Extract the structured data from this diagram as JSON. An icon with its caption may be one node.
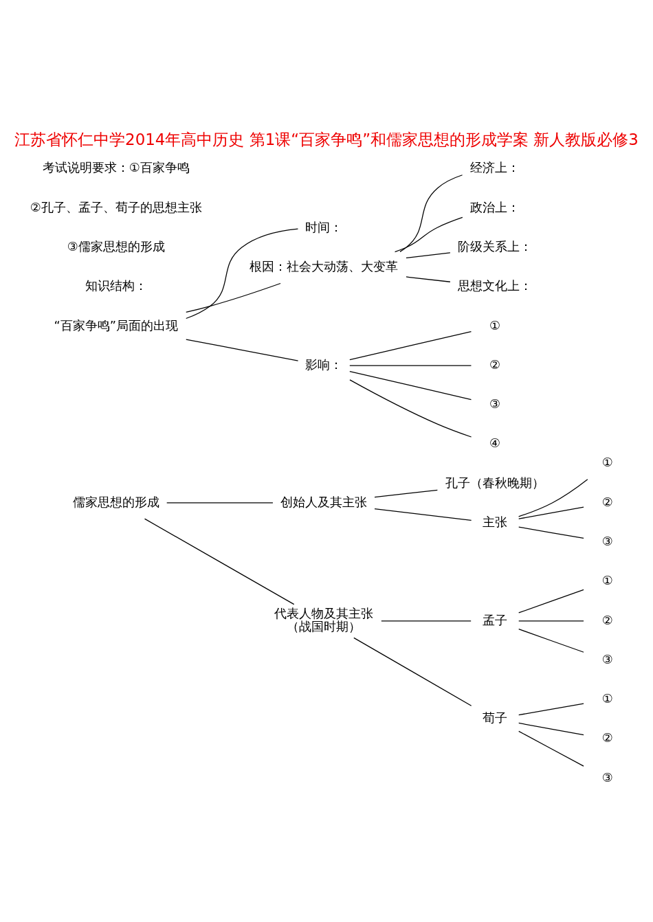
{
  "diagram": {
    "title": "江苏省怀仁中学2014年高中历史 第1课“百家争鸣”和儒家思想的形成学案 新人教版必修3",
    "nodes": [
      {
        "text": [
          "“百家争鸣”局面的出现"
        ]
      },
      {
        "text": [
          "时间："
        ]
      },
      {
        "text": [
          "根因：社会大动荡、大变革"
        ]
      },
      {
        "text": [
          "经济上："
        ]
      },
      {
        "text": [
          "政治上："
        ]
      },
      {
        "text": [
          "阶级关系上："
        ]
      },
      {
        "text": [
          "思想文化上："
        ]
      },
      {
        "text": [
          "影响："
        ]
      },
      {
        "text": [
          "①"
        ]
      },
      {
        "text": [
          "②"
        ]
      },
      {
        "text": [
          "③"
        ]
      },
      {
        "text": [
          "④"
        ]
      },
      {
        "text": [
          "儒家思想的形成"
        ]
      },
      {
        "text": [
          "创始人及其主张"
        ]
      },
      {
        "text": [
          "孔子（春秋晚期）"
        ]
      },
      {
        "text": [
          "主张"
        ]
      },
      {
        "text": [
          "①"
        ]
      },
      {
        "text": [
          "②"
        ]
      },
      {
        "text": [
          "③"
        ]
      },
      {
        "text": [
          "代表人物及其主张",
          "（战国时期）"
        ]
      },
      {
        "text": [
          "孟子"
        ]
      },
      {
        "text": [
          "①"
        ]
      },
      {
        "text": [
          "②"
        ]
      },
      {
        "text": [
          "③"
        ]
      },
      {
        "text": [
          "荀子"
        ]
      },
      {
        "text": [
          "①"
        ]
      },
      {
        "text": [
          "②"
        ]
      },
      {
        "text": [
          "③"
        ]
      }
    ],
    "edges": [
      {
        "from": 0,
        "to": 1,
        "arrow": "none"
      },
      {
        "from": 0,
        "to": 2,
        "arrow": "none"
      },
      {
        "from": 0,
        "to": 7,
        "arrow": "none"
      },
      {
        "from": 2,
        "to": 3,
        "arrow": "none"
      },
      {
        "from": 2,
        "to": 4,
        "arrow": "none"
      },
      {
        "from": 2,
        "to": 5,
        "arrow": "none"
      },
      {
        "from": 2,
        "to": 6,
        "arrow": "none"
      },
      {
        "from": 7,
        "to": 8,
        "arrow": "none"
      },
      {
        "from": 7,
        "to": 9,
        "arrow": "none"
      },
      {
        "from": 7,
        "to": 10,
        "arrow": "none"
      },
      {
        "from": 7,
        "to": 11,
        "arrow": "none"
      },
      {
        "from": 12,
        "to": 13,
        "arrow": "none"
      },
      {
        "from": 12,
        "to": 19,
        "arrow": "none"
      },
      {
        "from": 13,
        "to": 14,
        "arrow": "none"
      },
      {
        "from": 13,
        "to": 15,
        "arrow": "none"
      },
      {
        "from": 15,
        "to": 16,
        "arrow": "none"
      },
      {
        "from": 15,
        "to": 17,
        "arrow": "none"
      },
      {
        "from": 15,
        "to": 18,
        "arrow": "none"
      },
      {
        "from": 19,
        "to": 20,
        "arrow": "none"
      },
      {
        "from": 19,
        "to": 24,
        "arrow": "none"
      },
      {
        "from": 20,
        "to": 21,
        "arrow": "none"
      },
      {
        "from": 20,
        "to": 22,
        "arrow": "none"
      },
      {
        "from": 20,
        "to": 23,
        "arrow": "none"
      },
      {
        "from": 24,
        "to": 25,
        "arrow": "none"
      },
      {
        "from": 24,
        "to": 26,
        "arrow": "none"
      },
      {
        "from": 24,
        "to": 27,
        "arrow": "none"
      }
    ],
    "labels": [
      "考试说明要求：①百家争鸣",
      "②孔子、孟子、荀子的思想主张",
      "③儒家思想的形成",
      "知识结构："
    ]
  }
}
